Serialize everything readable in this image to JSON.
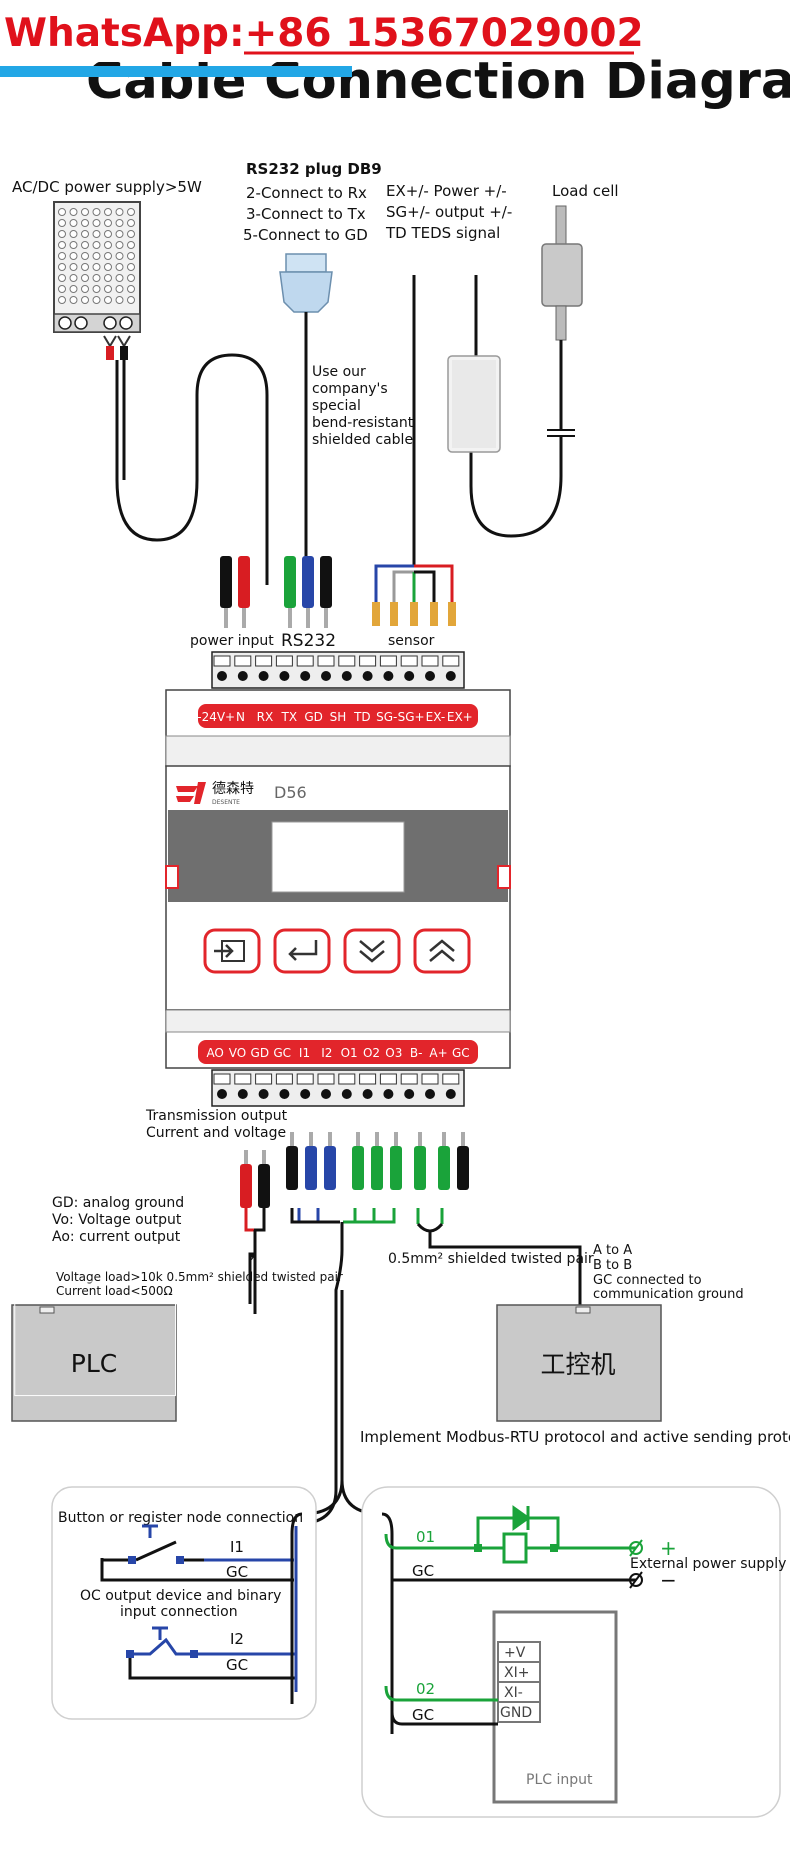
{
  "watermark": "WhatsApp:+86 15367029002",
  "title": "Cable Connection Diagram",
  "power_supply_label": "AC/DC power supply>5W",
  "rs232": {
    "heading": "RS232 plug DB9",
    "line1": "2-Connect to Rx",
    "line2": "3-Connect to Tx",
    "line3": "5-Connect to GD"
  },
  "sensor_signals": {
    "line1": "EX+/- Power +/-",
    "line2": "SG+/- output +/-",
    "line3": "TD TEDS signal"
  },
  "load_cell_label": "Load cell",
  "cable_note": [
    "Use our",
    "company's",
    "special",
    "bend-resistant",
    "shielded cable"
  ],
  "input_groups": {
    "power": "power input",
    "rs232": "RS232",
    "sensor": "sensor"
  },
  "top_terminals": [
    "-24V+",
    "N",
    "RX",
    "TX",
    "GD",
    "SH",
    "TD",
    "SG-",
    "SG+",
    "EX-",
    "EX+"
  ],
  "bottom_terminals": [
    "AO",
    "VO",
    "GD",
    "GC",
    "I1",
    "I2",
    "O1",
    "O2",
    "O3",
    "B-",
    "A+",
    "GC"
  ],
  "device": {
    "brand_cn": "德森特",
    "brand_en": "DESENTE",
    "model": "D56"
  },
  "transmission": {
    "line1": "Transmission output",
    "line2": "Current and voltage"
  },
  "analog_legend": [
    "GD: analog ground",
    "Vo: Voltage output",
    "Ao: current output"
  ],
  "load_note": {
    "line1": "Voltage load>10k 0.5mm² shielded twisted pair",
    "line2": "Current load<500Ω"
  },
  "twisted_pair_label": "0.5mm² shielded twisted pair",
  "comm_notes": [
    "A to A",
    "B to B",
    "GC connected to",
    "communication ground"
  ],
  "plc_label": "PLC",
  "ipc_label": "工控机",
  "protocol_note": "Implement Modbus-RTU protocol and active sending protocol",
  "left_box": {
    "button_label": "Button or register node connection",
    "i1": "I1",
    "gc1": "GC",
    "oc_line1": "OC output device and binary",
    "oc_line2": "input connection",
    "i2": "I2",
    "gc2": "GC"
  },
  "right_box": {
    "o1": "01",
    "plus": "+",
    "gc1": "GC",
    "minus": "−",
    "external_power": "External power supply",
    "plc_pins": [
      "+V",
      "XI+",
      "XI-",
      "GND"
    ],
    "o2": "02",
    "gc2": "GC",
    "plc_input": "PLC input"
  },
  "colors": {
    "watermark": "#e0111b",
    "blue_bar": "#22a7e6",
    "red_wire": "#d81d22",
    "green_wire": "#1aa33a",
    "blue_wire": "#2746a8",
    "label_strip": "#e2252b"
  },
  "icons": [
    "power-supply-icon",
    "db9-plug-icon",
    "load-cell-icon",
    "signal-converter-icon",
    "enter-key-icon",
    "return-key-icon",
    "down-key-icon",
    "up-key-icon",
    "switch-icon",
    "diode-icon",
    "relay-icon"
  ]
}
